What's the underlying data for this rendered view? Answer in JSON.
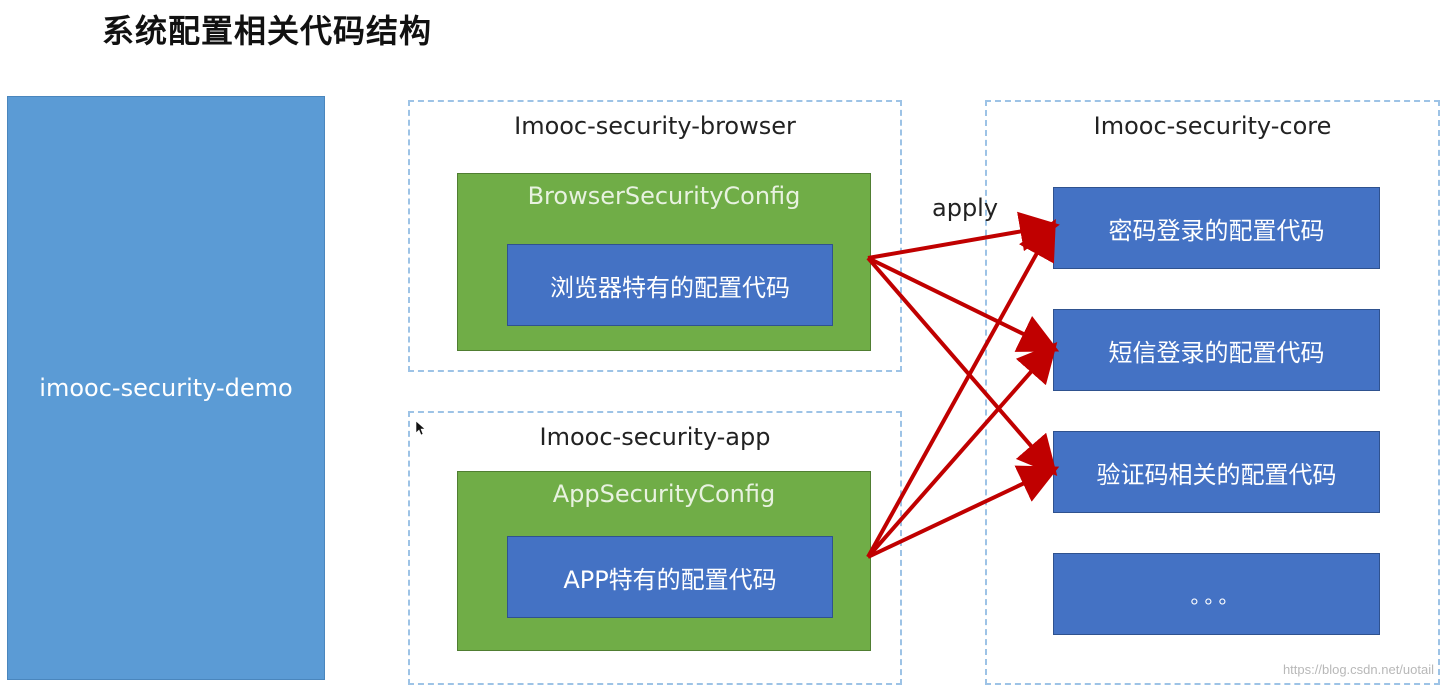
{
  "title": "系统配置相关代码结构",
  "demo": {
    "label": "imooc-security-demo"
  },
  "browser": {
    "title": "Imooc-security-browser",
    "config_title": "BrowserSecurityConfig",
    "specific": "浏览器特有的配置代码"
  },
  "app": {
    "title": "Imooc-security-app",
    "config_title": "AppSecurityConfig",
    "specific": "APP特有的配置代码"
  },
  "core": {
    "title": "Imooc-security-core",
    "items": [
      "密码登录的配置代码",
      "短信登录的配置代码",
      "验证码相关的配置代码",
      "。。。"
    ]
  },
  "apply_label": "apply",
  "watermark": "https://blog.csdn.net/uotail",
  "colors": {
    "demo": "#5b9bd5",
    "config": "#70ad47",
    "code_box": "#4472c4",
    "module_border": "#9dc3e6",
    "arrow": "#c00000"
  },
  "arrow_links": [
    {
      "from": "browser.specific",
      "to": "core.items.0"
    },
    {
      "from": "browser.specific",
      "to": "core.items.1"
    },
    {
      "from": "browser.specific",
      "to": "core.items.2"
    },
    {
      "from": "app.specific",
      "to": "core.items.0"
    },
    {
      "from": "app.specific",
      "to": "core.items.1"
    },
    {
      "from": "app.specific",
      "to": "core.items.2"
    }
  ]
}
